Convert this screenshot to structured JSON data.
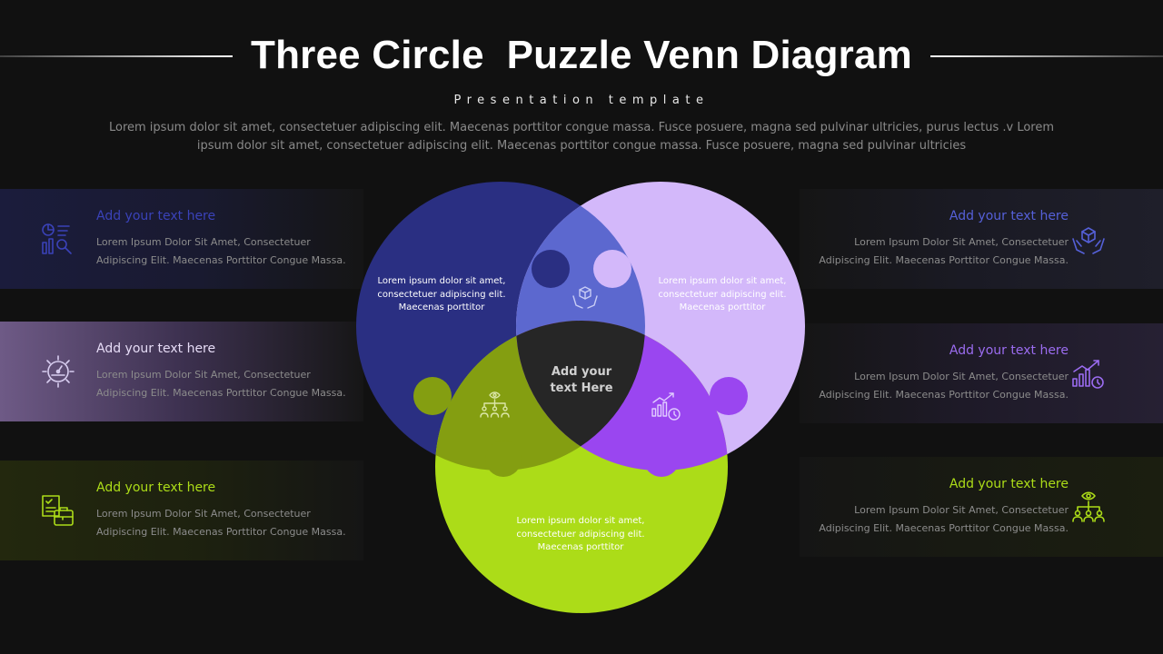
{
  "header": {
    "title": "Three Circle  Puzzle Venn Diagram",
    "subtitle": "Presentation template",
    "intro": "Lorem ipsum dolor sit amet, consectetuer adipiscing elit. Maecenas porttitor congue massa. Fusce posuere, magna sed pulvinar ultricies, purus lectus .v Lorem ipsum dolor sit amet, consectetuer adipiscing elit. Maecenas porttitor congue massa. Fusce posuere, magna sed pulvinar ultricies"
  },
  "colors": {
    "background": "#111111",
    "navy": "#2a2f82",
    "lavender": "#d3b8fa",
    "lime": "#acdc18",
    "overlap_blue": "#5c68cf",
    "overlap_olive": "#849e11",
    "overlap_purple": "#9a46f0",
    "center": "#262626"
  },
  "panels": {
    "left": [
      {
        "title": "Add your text here",
        "line1": "Lorem Ipsum Dolor Sit Amet, Consectetuer",
        "line2": "Adipiscing Elit. Maecenas Porttitor Congue Massa.",
        "icon": "analytics-report-icon",
        "color": "#3a42b8"
      },
      {
        "title": "Add your text here",
        "line1": "Lorem Ipsum Dolor Sit Amet, Consectetuer",
        "line2": "Adipiscing Elit. Maecenas Porttitor Congue Massa.",
        "icon": "gear-gauge-icon",
        "color": "#d0c0f0"
      },
      {
        "title": "Add your text here",
        "line1": "Lorem Ipsum Dolor Sit Amet, Consectetuer",
        "line2": "Adipiscing Elit. Maecenas Porttitor Congue Massa.",
        "icon": "briefcase-checklist-icon",
        "color": "#acdc18"
      }
    ],
    "right": [
      {
        "title": "Add your text here",
        "line1": "Lorem Ipsum Dolor Sit Amet, Consectetuer",
        "line2": "Adipiscing Elit. Maecenas Porttitor Congue Massa.",
        "icon": "hands-box-icon",
        "color": "#5560d8"
      },
      {
        "title": "Add your text here",
        "line1": "Lorem Ipsum Dolor Sit Amet, Consectetuer",
        "line2": "Adipiscing Elit. Maecenas Porttitor Congue Massa.",
        "icon": "growth-chart-clock-icon",
        "color": "#9b6cf0"
      },
      {
        "title": "Add your text here",
        "line1": "Lorem Ipsum Dolor Sit Amet, Consectetuer",
        "line2": "Adipiscing Elit. Maecenas Porttitor Congue Massa.",
        "icon": "team-vision-icon",
        "color": "#acdc18"
      }
    ]
  },
  "venn": {
    "circle_blue_text": "Lorem ipsum dolor sit amet, consectetuer adipiscing elit. Maecenas porttitor",
    "circle_lavender_text": "Lorem ipsum dolor sit amet, consectetuer adipiscing elit. Maecenas porttitor",
    "circle_lime_text": "Lorem ipsum dolor sit amet, consectetuer adipiscing elit. Maecenas porttitor",
    "center_text": "Add your text Here",
    "overlap_icons": [
      "hands-box-icon",
      "team-vision-icon",
      "growth-chart-clock-icon"
    ]
  }
}
